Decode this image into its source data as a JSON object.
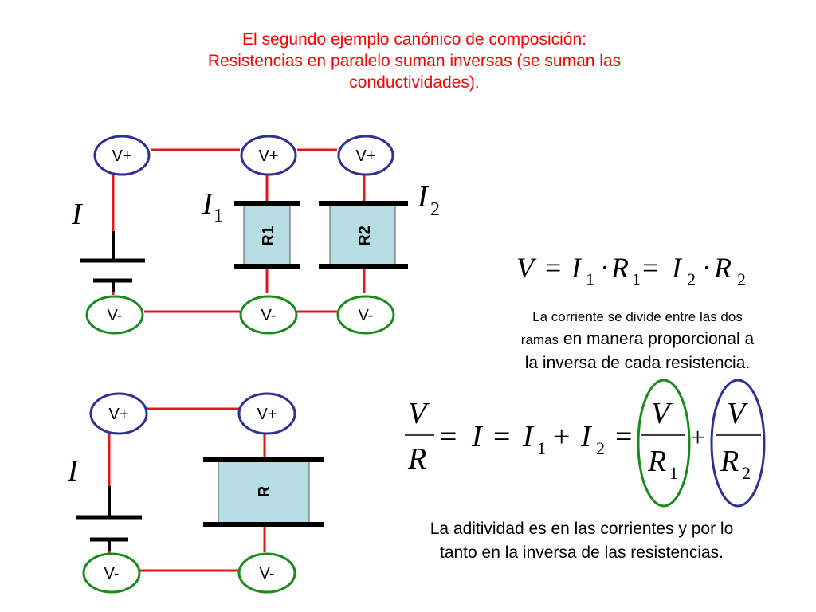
{
  "title": {
    "line1": "El segundo ejemplo canónico de composición:",
    "line2": "Resistencias en paralelo suman inversas (se suman las",
    "line3": "conductividades)."
  },
  "nodes": {
    "v_plus": "V+",
    "v_minus": "V-"
  },
  "top_circuit": {
    "current": "I",
    "i1_symbol": "I",
    "i1_sub": "1",
    "i2_symbol": "I",
    "i2_sub": "2",
    "r1_label": "R1",
    "r2_label": "R2"
  },
  "bottom_circuit": {
    "current": "I",
    "r_label": "R"
  },
  "equation1": {
    "v": "V",
    "eq": "=",
    "i1": "I",
    "i1_sub": "1",
    "dot1": "·",
    "r1": "R",
    "r1_sub": "1",
    "eq2": "=",
    "i2": "I",
    "i2_sub": "2",
    "dot2": "·",
    "r2": "R",
    "r2_sub": "2"
  },
  "equation2": {
    "num_v": "V",
    "den_r": "R",
    "eq1": "=",
    "i": "I",
    "eq2": "=",
    "i1": "I",
    "i1_sub": "1",
    "plus1": "+",
    "i2": "I",
    "i2_sub": "2",
    "eq3": "=",
    "f1_num": "V",
    "f1_den": "R",
    "f1_sub": "1",
    "plus2": "+",
    "f2_num": "V",
    "f2_den": "R",
    "f2_sub": "2"
  },
  "text1": {
    "small": "La corriente se divide entre las dos",
    "small2": "ramas",
    "big2": " en manera proporcional a",
    "big3": "la inversa de cada resistencia."
  },
  "text2": {
    "line1": "La aditividad es en las corrientes y por lo",
    "line2": "tanto en la inversa de las resistencias."
  },
  "colors": {
    "wire": "#e8141b",
    "v_plus_circle": "#2e3192",
    "v_minus_circle": "#1a8a1a",
    "resistor_fill": "#b7dde4",
    "title": "#ff0000",
    "highlight_green": "#1a8a1a",
    "highlight_blue": "#2e3192"
  }
}
